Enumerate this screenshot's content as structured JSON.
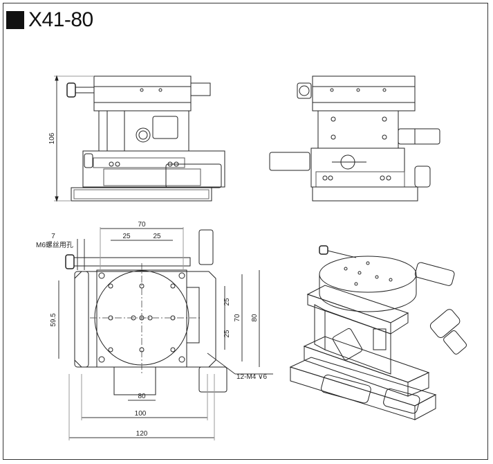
{
  "title": "X41-80",
  "dimensions": {
    "height_front": "106",
    "top_70": "70",
    "top_25_left": "25",
    "top_25_right": "25",
    "left_7": "7",
    "left_label": "M6螺丝用孔",
    "left_59_5": "59.5",
    "right_25_upper": "25",
    "right_70": "70",
    "right_80": "80",
    "right_25_lower": "25",
    "callout": "12-M4 ⊽6",
    "bottom_80": "80",
    "bottom_100": "100",
    "bottom_120": "120"
  }
}
